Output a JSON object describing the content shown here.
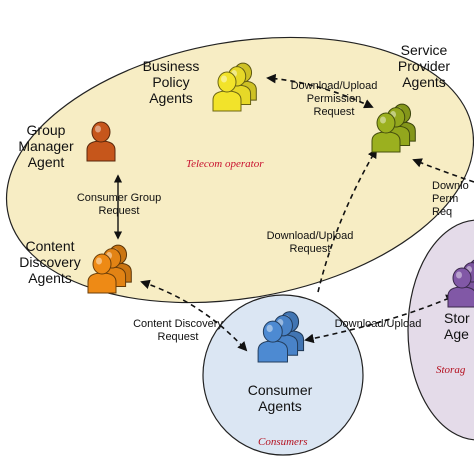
{
  "regions": {
    "telecom": {
      "label": "Telecom operator",
      "fill": "#f7edc4"
    },
    "consumers": {
      "label": "Consumers",
      "fill": "#dbe6f3"
    },
    "storage": {
      "label": "Storag",
      "fill": "#e4dbe9"
    }
  },
  "agents": {
    "business_policy": {
      "line1": "Business",
      "line2": "Policy",
      "line3": "Agents",
      "color": "#f2e32a"
    },
    "service_provider": {
      "line1": "Service",
      "line2": "Provider",
      "line3": "Agents",
      "color": "#9bb01f"
    },
    "group_manager": {
      "line1": "Group",
      "line2": "Manager",
      "line3": "Agent",
      "color": "#c6561b"
    },
    "content_discovery": {
      "line1": "Content",
      "line2": "Discovery",
      "line3": "Agents",
      "color": "#ee8a15"
    },
    "consumer": {
      "line1": "Consumer",
      "line2": "Agents",
      "color": "#4d8ad2"
    },
    "storage": {
      "line1": "Stor",
      "line2": "Age",
      "color": "#8158a6"
    }
  },
  "edges": {
    "permission": {
      "line1": "Download/Upload",
      "line2": "Permission",
      "line3": "Request"
    },
    "group_request": {
      "line1": "Consumer Group",
      "line2": "Request"
    },
    "sp_request": {
      "line1": "Download/Upload",
      "line2": "Request"
    },
    "discovery_request": {
      "line1": "Content Discovery",
      "line2": "Request"
    },
    "consumer_storage": {
      "line1": "Download/Upload"
    },
    "storage_partial": {
      "line1": "Downlo",
      "line2": "Perm",
      "line3": "Req"
    }
  }
}
